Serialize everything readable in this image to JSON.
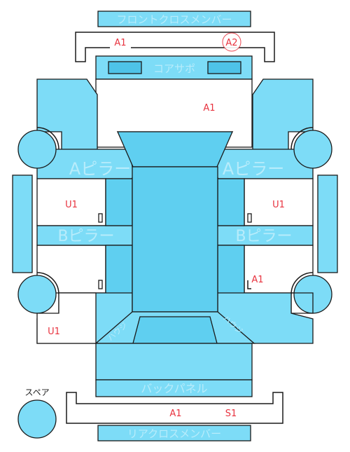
{
  "labels": {
    "front_cross_member": "フロントクロスメンバー",
    "core_support": "コアサポ",
    "a_pillar": "Aピラー",
    "b_pillar": "Bピラー",
    "back_panel": "バックパネル",
    "rear_cross_member": "リアクロスメンバー",
    "spare": "スペア",
    "housing": "ハウジング"
  },
  "damage_codes": {
    "front_member_left": "A1",
    "front_member_right": "A2",
    "front_hood_area": "A1",
    "left_front_door": "U1",
    "right_front_door": "U1",
    "right_rear_door": "A1",
    "left_rear_quarter": "U1",
    "rear_member_left": "A1",
    "rear_member_right": "S1"
  },
  "colors": {
    "part_fill": "#7ddcf7",
    "damage_text": "#e8333f"
  }
}
